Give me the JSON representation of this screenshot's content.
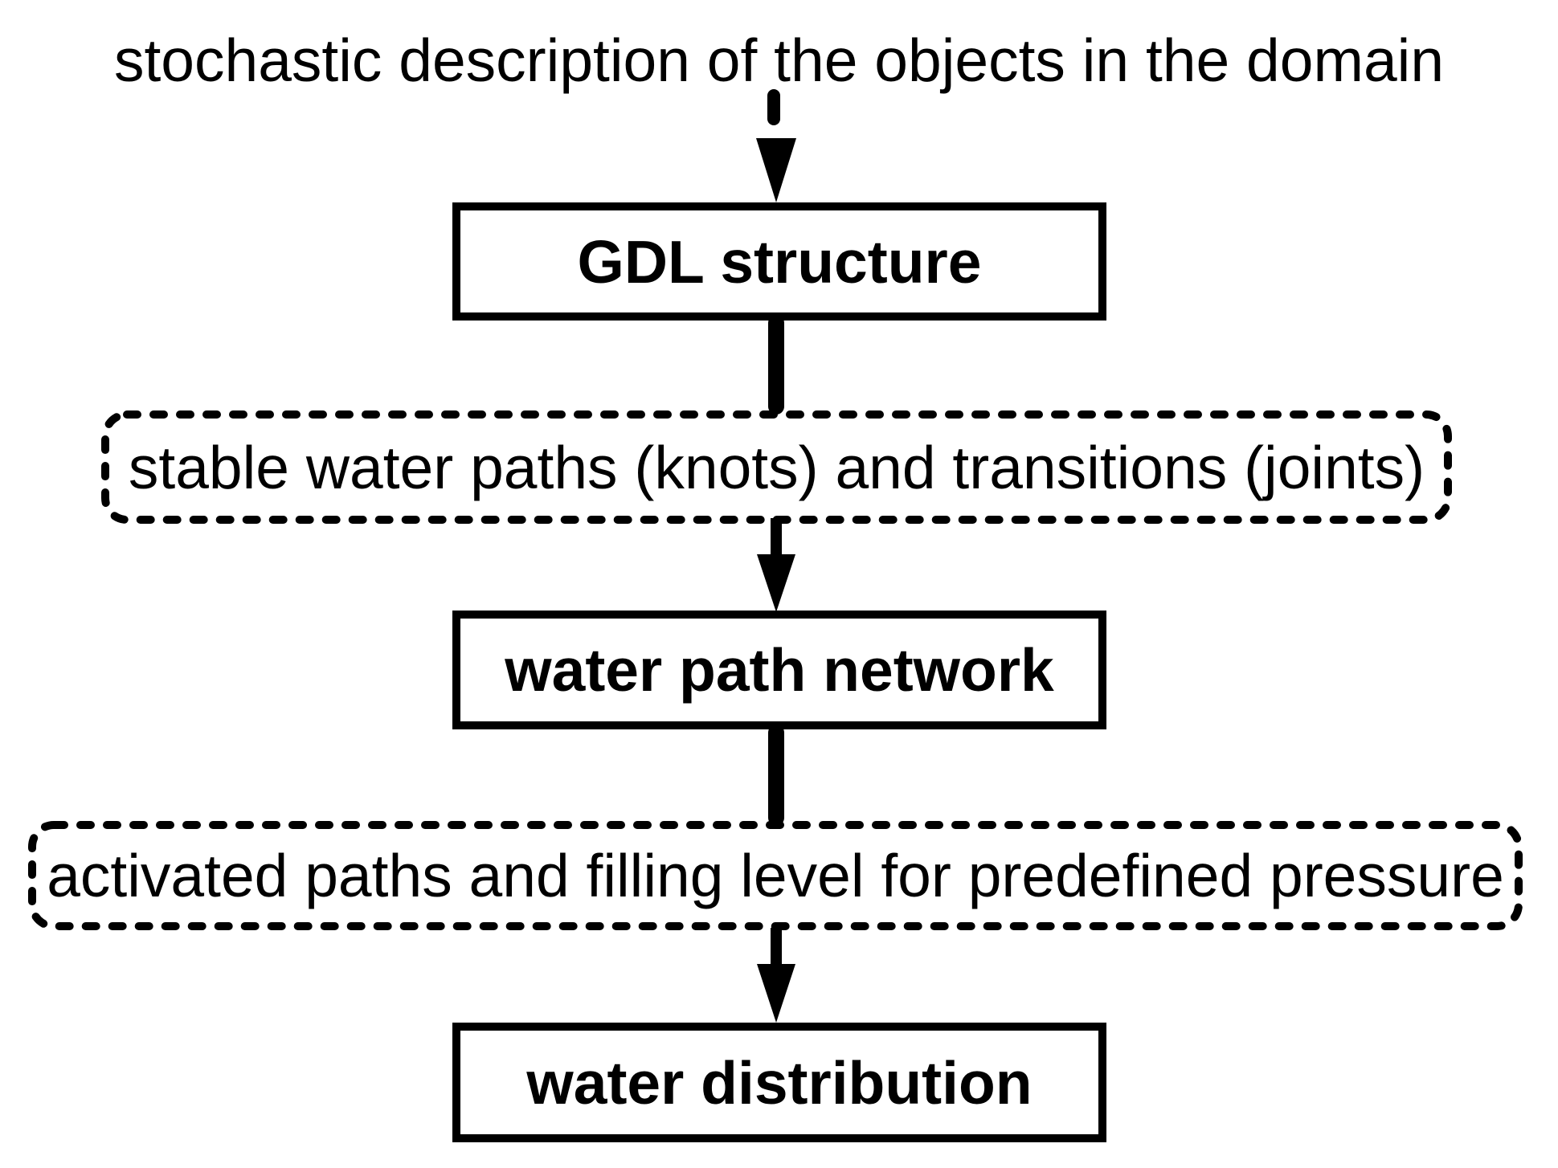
{
  "diagram": {
    "title": "stochastic description of the objects in the domain",
    "nodes": {
      "gdl_structure": "GDL structure",
      "stable_water_paths": "stable water paths (knots) and transitions (joints)",
      "water_path_network": "water path network",
      "activated_paths": "activated paths and filling level for predefined pressure",
      "water_distribution": "water distribution"
    },
    "colors": {
      "ink": "#000000",
      "background": "#ffffff"
    }
  }
}
